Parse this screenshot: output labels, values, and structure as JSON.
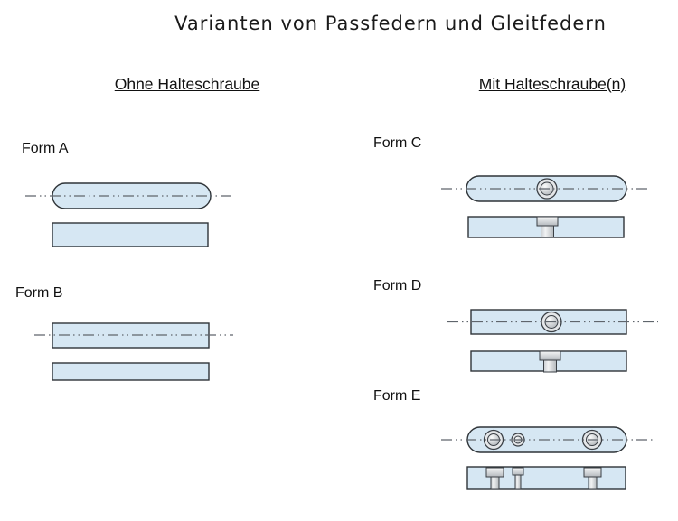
{
  "title": "Varianten von Passfedern und Gleitfedern",
  "columns": {
    "without_screw": "Ohne Halteschraube",
    "with_screw": "Mit Halteschraube(n)"
  },
  "forms": {
    "a": "Form A",
    "b": "Form B",
    "c": "Form C",
    "d": "Form D",
    "e": "Form E"
  },
  "colors": {
    "background": "#ffffff",
    "key_fill": "#d6e7f3",
    "key_outline": "#2f3438",
    "centerline": "#5f656c",
    "screw_light": "#f6f7f8",
    "screw_dark": "#b4b9bd",
    "screw_ring": "#e4e6e8",
    "screw_outline": "#3a3f45",
    "text": "#111111"
  }
}
